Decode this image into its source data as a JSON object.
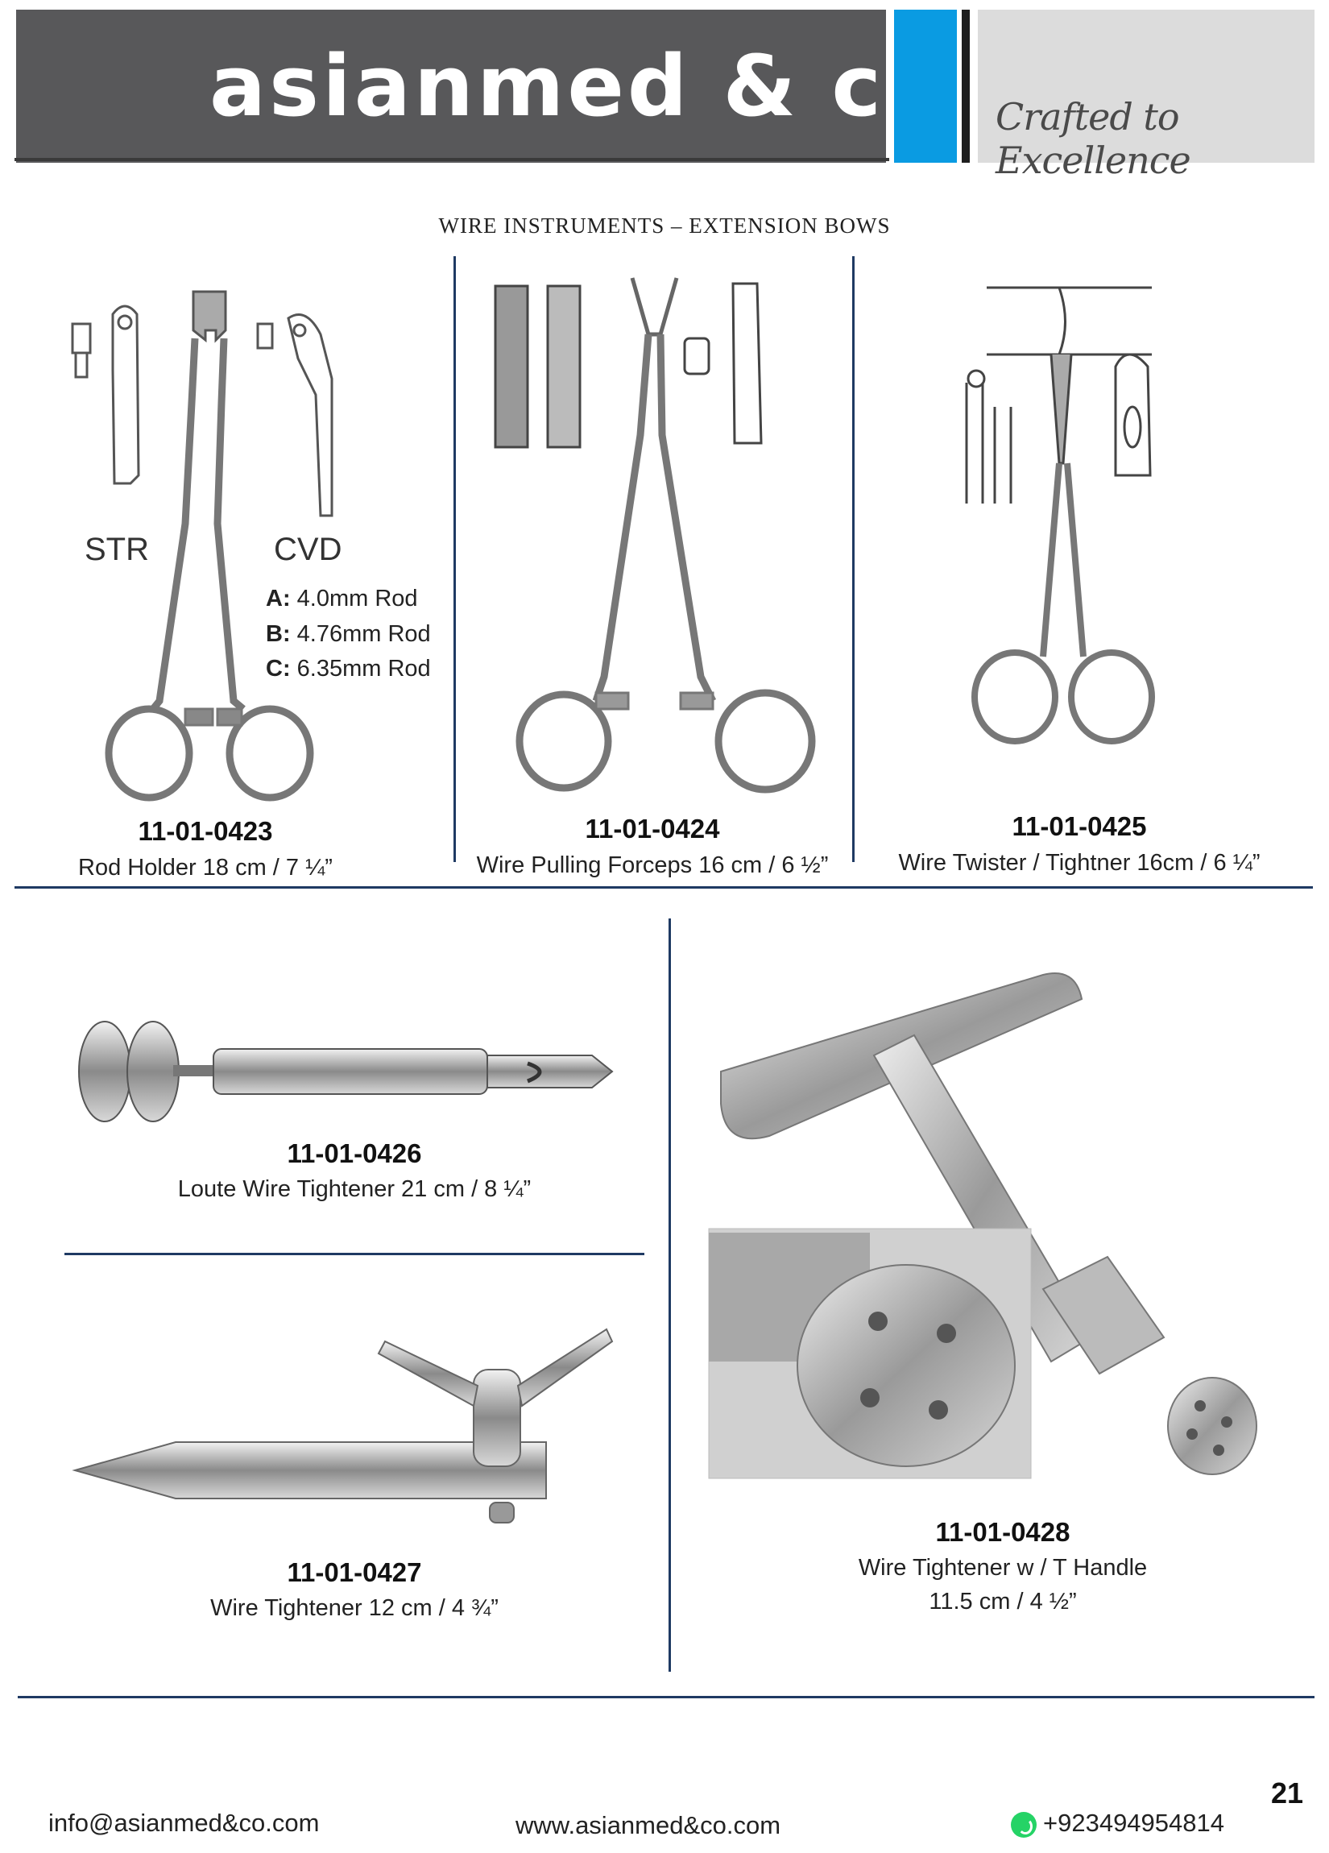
{
  "header": {
    "brand": "asianmed & co",
    "tagline": "Crafted to Excellence",
    "colors": {
      "dark": "#58585a",
      "blue": "#0a9be2",
      "light": "#dcdcdc"
    }
  },
  "section_title": "WIRE INSTRUMENTS – EXTENSION BOWS",
  "products": [
    {
      "code": "11-01-0423",
      "name": "Rod Holder 18 cm / 7 ¼”",
      "image": "rod-holder"
    },
    {
      "code": "11-01-0424",
      "name": "Wire Pulling Forceps 16 cm / 6 ½”",
      "image": "wire-pulling-forceps"
    },
    {
      "code": "11-01-0425",
      "name": "Wire Twister / Tightner 16cm / 6 ¼”",
      "image": "wire-twister"
    },
    {
      "code": "11-01-0426",
      "name": "Loute Wire Tightener 21 cm / 8 ¼”",
      "image": "loute-wire-tightener"
    },
    {
      "code": "11-01-0427",
      "name": "Wire Tightener 12 cm / 4 ¾”",
      "image": "wire-tightener"
    },
    {
      "code": "11-01-0428",
      "name_line1": "Wire Tightener w / T Handle",
      "name_line2": "11.5 cm / 4 ½”",
      "image": "t-handle-wire-tightener"
    }
  ],
  "rod_holder_details": {
    "str_label": "STR",
    "cvd_label": "CVD",
    "specs": [
      {
        "key": "A:",
        "value": "4.0mm Rod"
      },
      {
        "key": "B:",
        "value": "4.76mm Rod"
      },
      {
        "key": "C:",
        "value": "6.35mm Rod"
      }
    ]
  },
  "footer": {
    "email": "info@asianmed&co.com",
    "website": "www.asianmed&co.com",
    "phone": "+923494954814",
    "page_number": "21"
  }
}
